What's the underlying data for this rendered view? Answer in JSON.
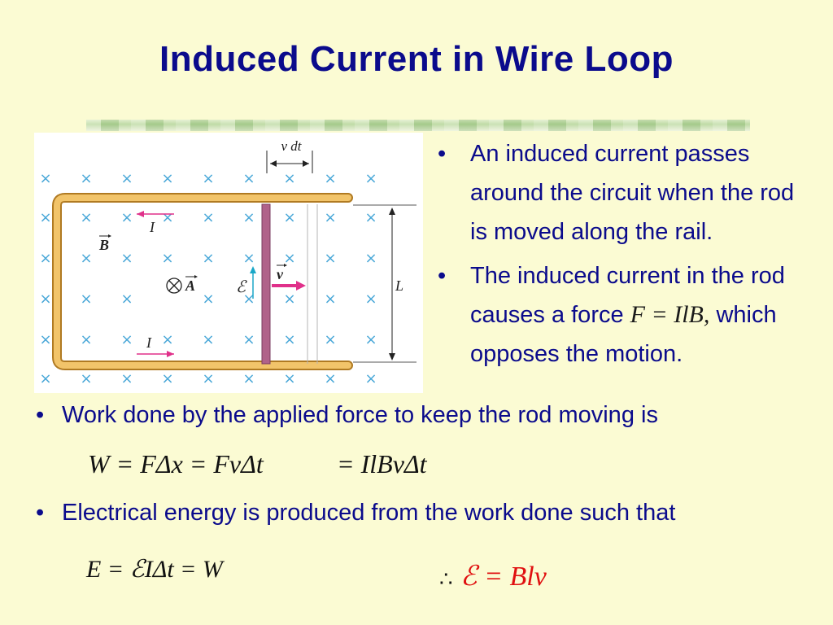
{
  "title": "Induced Current in Wire Loop",
  "figure": {
    "label_vdt": "v dt",
    "label_I_top": "I",
    "label_I_bottom": "I",
    "label_B": "B",
    "label_A": "A",
    "label_emf": "ℰ",
    "label_v": "v",
    "label_L": "L",
    "symbol_into_page": "⊗",
    "cross": "×"
  },
  "right_bullets": [
    {
      "text": "An induced current passes around the circuit when the rod is moved along the rail."
    },
    {
      "text_before": "The induced current in the rod causes a force ",
      "formula": "F = IlB,",
      "text_after": " which opposes the motion."
    }
  ],
  "bullet_work": "Work done by the applied force to keep the rod moving is",
  "eq_work_a": "W = FΔx = FvΔt",
  "eq_work_b": "= IlBvΔt",
  "bullet_energy": "Electrical energy is produced from the work done such that",
  "eq_energy": "E = ℰIΔt = W",
  "therefore_symbol": "∴",
  "eq_result": "ℰ = Blv",
  "colors": {
    "title": "#0b0b8c",
    "background": "#fbfbd3",
    "result": "#e01010",
    "rod": "#b0628a",
    "rail": "#e8b24a"
  }
}
